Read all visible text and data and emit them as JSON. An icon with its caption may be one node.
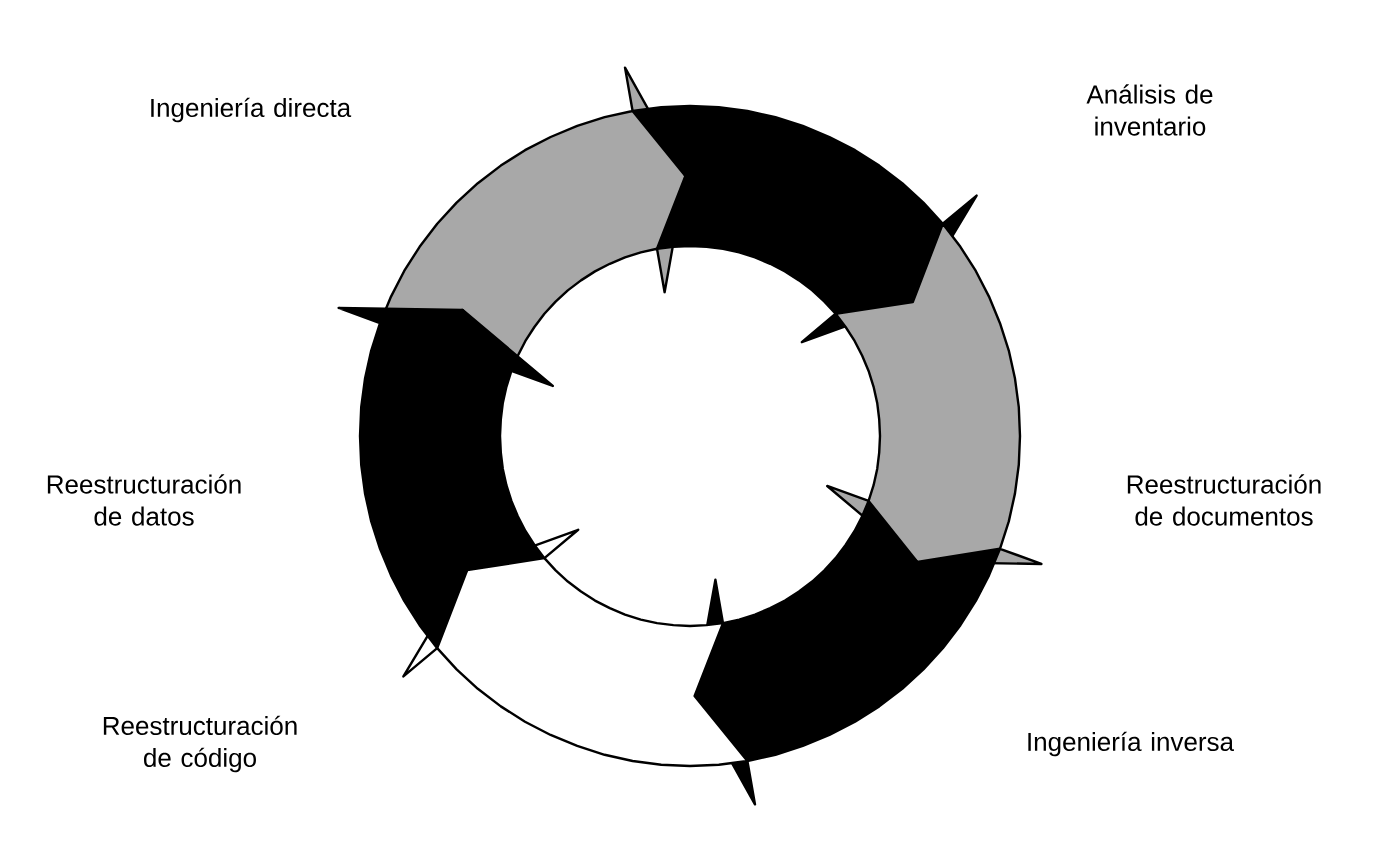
{
  "diagram": {
    "labels": [
      "Ingeniería directa",
      "Análisis de inventario",
      "Reestructuración de datos",
      "Reestructuración de documentos",
      "Reestructuración de código",
      "Ingeniería inversa"
    ]
  }
}
